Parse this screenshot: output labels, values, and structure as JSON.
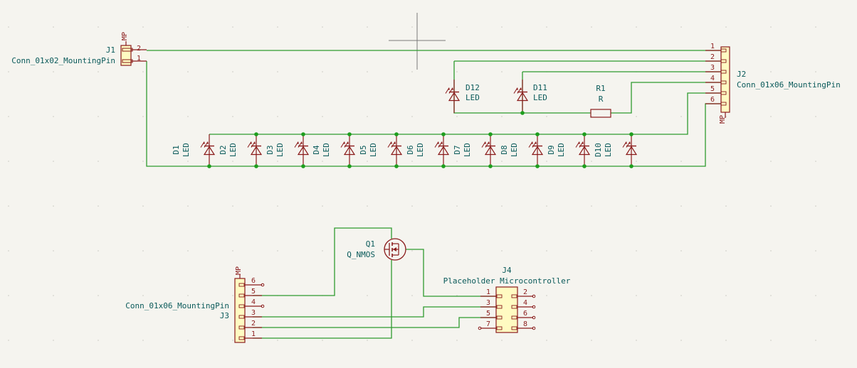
{
  "colors": {
    "background": "#f5f4ef",
    "wire": "#2f9a2f",
    "junction": "#1e9e1e",
    "symbol": "#8a1b1b",
    "symbol_fill": "#fffbc2",
    "ref_text": "#0a5a5a",
    "pin_num": "#8a1b1b",
    "grid_dot": "#c9c9c2",
    "cursor": "#7a7a7a"
  },
  "J1": {
    "ref": "J1",
    "value": "Conn_01x02_MountingPin",
    "mp": "MP",
    "pins": [
      "2",
      "1"
    ]
  },
  "J2": {
    "ref": "J2",
    "value": "Conn_01x06_MountingPin",
    "mp": "MP",
    "pins": [
      "1",
      "2",
      "3",
      "4",
      "5",
      "6"
    ]
  },
  "J3": {
    "ref": "J3",
    "value": "Conn_01x06_MountingPin",
    "mp": "MP",
    "pins": [
      "6",
      "5",
      "4",
      "3",
      "2",
      "1"
    ]
  },
  "J4": {
    "ref": "J4",
    "value": "Placeholder Microcontroller",
    "left_pins": [
      "1",
      "3",
      "5",
      "7"
    ],
    "right_pins": [
      "2",
      "4",
      "6",
      "8"
    ]
  },
  "Q1": {
    "ref": "Q1",
    "value": "Q_NMOS"
  },
  "R1": {
    "ref": "R1",
    "value": "R"
  },
  "row_leds": [
    {
      "ref": "D1",
      "value": "LED"
    },
    {
      "ref": "D2",
      "value": "LED"
    },
    {
      "ref": "D3",
      "value": "LED"
    },
    {
      "ref": "D4",
      "value": "LED"
    },
    {
      "ref": "D5",
      "value": "LED"
    },
    {
      "ref": "D6",
      "value": "LED"
    },
    {
      "ref": "D7",
      "value": "LED"
    },
    {
      "ref": "D8",
      "value": "LED"
    },
    {
      "ref": "D9",
      "value": "LED"
    },
    {
      "ref": "D10",
      "value": "LED"
    }
  ],
  "upper_leds": [
    {
      "ref": "D12",
      "value": "LED"
    },
    {
      "ref": "D11",
      "value": "LED"
    }
  ]
}
